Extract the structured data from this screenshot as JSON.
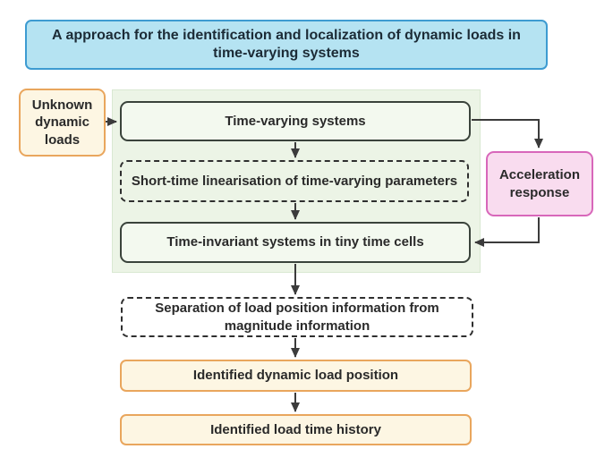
{
  "figure": {
    "title": "A approach for the identification and localization of dynamic loads in time-varying systems",
    "nodes": {
      "unknown_loads": {
        "label": "Unknown dynamic loads"
      },
      "time_varying": {
        "label": "Time-varying systems"
      },
      "short_time": {
        "label": "Short-time linearisation of time-varying parameters"
      },
      "time_invariant": {
        "label": "Time-invariant systems in tiny time cells"
      },
      "acceleration": {
        "label": "Acceleration response"
      },
      "separation": {
        "label": "Separation of load position information from magnitude information"
      },
      "identified_position": {
        "label": "Identified dynamic load position"
      },
      "identified_history": {
        "label": "Identified load time history"
      }
    },
    "edges": [
      {
        "from": "unknown_loads",
        "to": "time_varying"
      },
      {
        "from": "time_varying",
        "to": "short_time"
      },
      {
        "from": "short_time",
        "to": "time_invariant"
      },
      {
        "from": "time_varying",
        "to": "acceleration"
      },
      {
        "from": "acceleration",
        "to": "time_invariant"
      },
      {
        "from": "time_invariant",
        "to": "separation"
      },
      {
        "from": "separation",
        "to": "identified_position"
      },
      {
        "from": "identified_position",
        "to": "identified_history"
      }
    ],
    "colors": {
      "title_fill": "#b5e3f2",
      "title_border": "#3d9bd1",
      "title_text": "#1c2b36",
      "orange_fill": "#fdf6e3",
      "orange_border": "#e9a65d",
      "green_container_fill": "#ecf4e6",
      "green_container_border": "#d9e8d2",
      "green_box_fill": "#f3f9ef",
      "green_box_border": "#3a433b",
      "pink_fill": "#f9dcef",
      "pink_border": "#d867ba",
      "dashed_border": "#2f2f2f",
      "arrow": "#3b3b3b",
      "text": "#2a2a2a",
      "background": "#ffffff"
    }
  }
}
